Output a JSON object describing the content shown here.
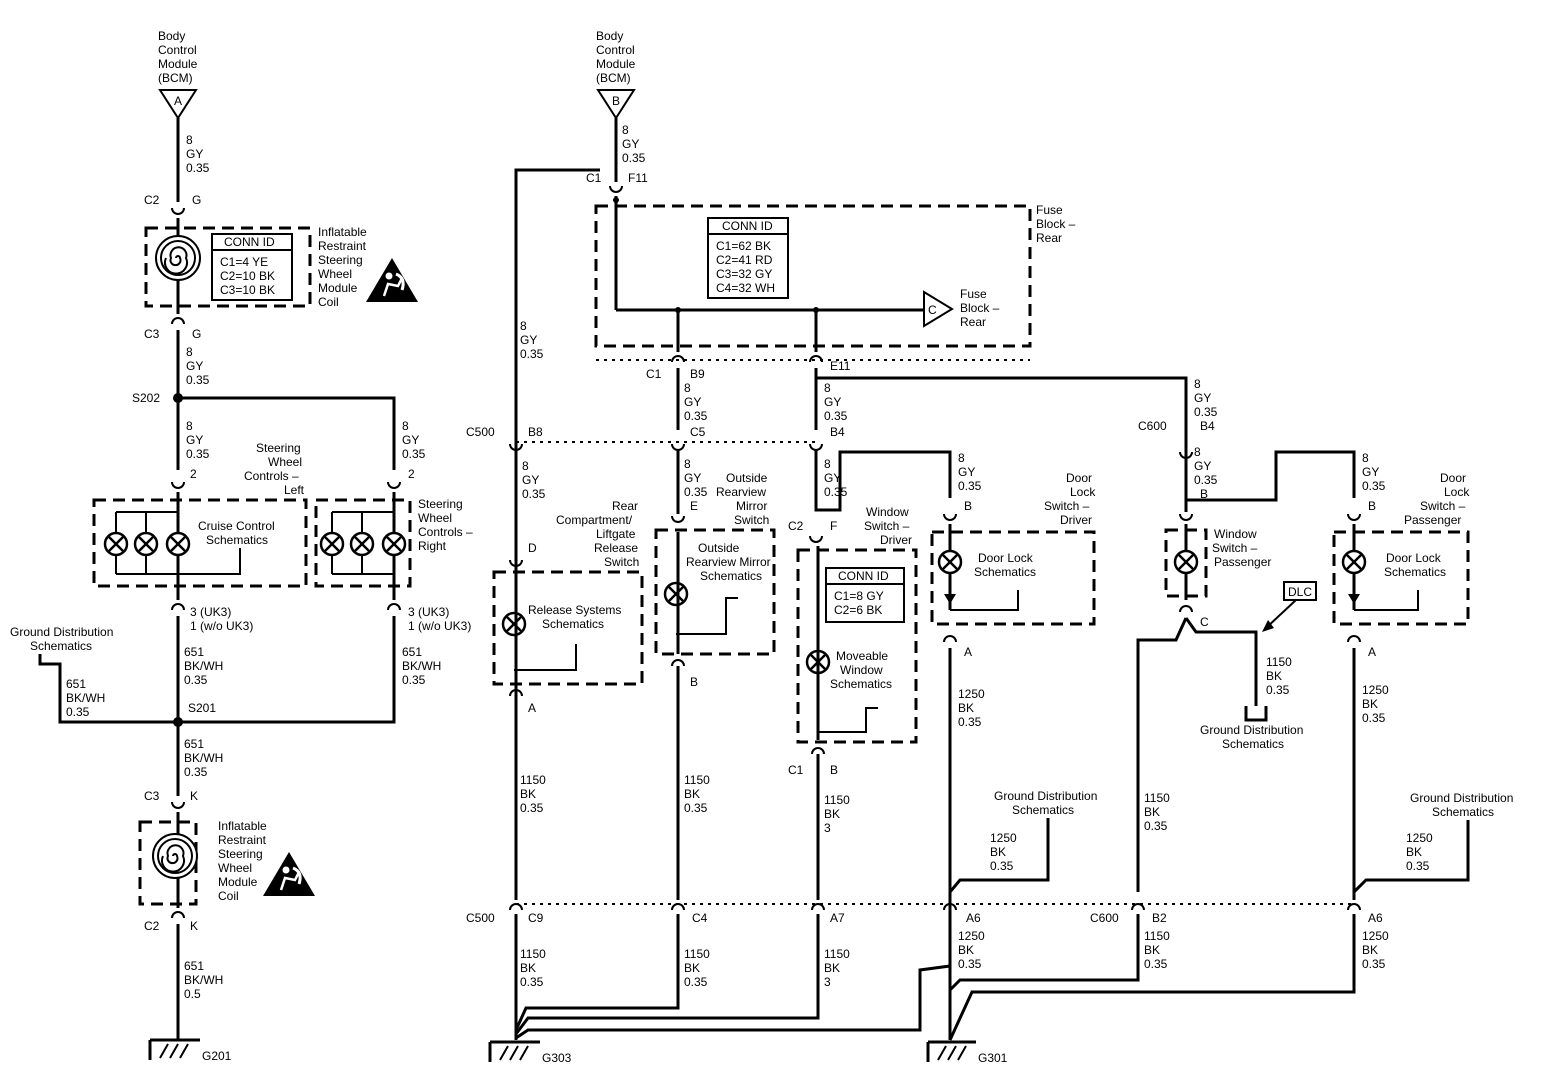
{
  "labels": {
    "bcm_a": [
      "Body",
      "Control",
      "Module",
      "(BCM)"
    ],
    "bcm_b": [
      "Body",
      "Control",
      "Module",
      "(BCM)"
    ],
    "arrow_a": "A",
    "arrow_b": "B",
    "arrow_c": "C",
    "coil_upper": [
      "Inflatable",
      "Restraint",
      "Steering",
      "Wheel",
      "Module",
      "Coil"
    ],
    "coil_lower": [
      "Inflatable",
      "Restraint",
      "Steering",
      "Wheel",
      "Module",
      "Coil"
    ],
    "swc_left": [
      "Steering",
      "Wheel",
      "Controls –",
      "Left"
    ],
    "swc_right": [
      "Steering",
      "Wheel",
      "Controls –",
      "Right"
    ],
    "cruise": [
      "Cruise Control",
      "Schematics"
    ],
    "gnd_left": [
      "Ground Distribution",
      "Schematics"
    ],
    "fuse_block_box": [
      "Fuse",
      "Block –",
      "Rear"
    ],
    "fuse_block_arrow": [
      "Fuse",
      "Block –",
      "Rear"
    ],
    "rear_comp": [
      "Rear",
      "Compartment/",
      "Liftgate",
      "Release",
      "Switch"
    ],
    "release_sch": [
      "Release Systems",
      "Schematics"
    ],
    "orm_switch": [
      "Outside",
      "Rearview",
      "Mirror",
      "Switch"
    ],
    "orm_sch": [
      "Outside",
      "Rearview Mirror",
      "Schematics"
    ],
    "win_drv": [
      "Window",
      "Switch –",
      "Driver"
    ],
    "mov_win": [
      "Moveable",
      "Window",
      "Schematics"
    ],
    "dl_drv": [
      "Door",
      "Lock",
      "Switch –",
      "Driver"
    ],
    "dl_sch_1": [
      "Door Lock",
      "Schematics"
    ],
    "win_pass": [
      "Window",
      "Switch –",
      "Passenger"
    ],
    "dl_pass": [
      "Door",
      "Lock",
      "Switch –",
      "Passenger"
    ],
    "dl_sch_2": [
      "Door Lock",
      "Schematics"
    ],
    "gnd_mid": [
      "Ground Distribution",
      "Schematics"
    ],
    "gnd_c600": [
      "Ground Distribution",
      "Schematics"
    ],
    "gnd_right": [
      "Ground Distribution",
      "Schematics"
    ],
    "dlc": "DLC"
  },
  "conn_id_tables": {
    "coil": {
      "title": "CONN ID",
      "rows": [
        "C1=4 YE",
        "C2=10 BK",
        "C3=10 BK"
      ]
    },
    "fuse_block": {
      "title": "CONN ID",
      "rows": [
        "C1=62 BK",
        "C2=41 RD",
        "C3=32 GY",
        "C4=32 WH"
      ]
    },
    "window_driver": {
      "title": "CONN ID",
      "rows": [
        "C1=8 GY",
        "C2=6 BK"
      ]
    }
  },
  "wires": {
    "w8_gy": [
      "8",
      "GY",
      "0.35"
    ],
    "w651_bkwh": [
      "651",
      "BK/WH",
      "0.35"
    ],
    "w651_bkwh_05": [
      "651",
      "BK/WH",
      "0.5"
    ],
    "w1150_bk": [
      "1150",
      "BK",
      "0.35"
    ],
    "w1150_bk_3": [
      "1150",
      "BK",
      "3"
    ],
    "w1250_bk": [
      "1250",
      "BK",
      "0.35"
    ]
  },
  "connectors": {
    "c2": "C2",
    "c3": "C3",
    "c1": "C1",
    "c500": "C500",
    "c600": "C600",
    "pin_g": "G",
    "pin_k": "K",
    "pin_2": "2",
    "pin_3_uk3": "3 (UK3)",
    "pin_1_wo_uk3": "1 (w/o UK3)",
    "pin_f11": "F11",
    "pin_b9": "B9",
    "pin_e11": "E11",
    "pin_b8": "B8",
    "pin_c5": "C5",
    "pin_b4": "B4",
    "pin_d": "D",
    "pin_e": "E",
    "pin_f": "F",
    "pin_b": "B",
    "pin_a": "A",
    "pin_c": "C",
    "pin_c9": "C9",
    "pin_c4": "C4",
    "pin_a7": "A7",
    "pin_a6": "A6",
    "pin_b2": "B2"
  },
  "splices": {
    "s202": "S202",
    "s201": "S201"
  },
  "grounds": {
    "g201": "G201",
    "g303": "G303",
    "g301": "G301"
  },
  "icons": [
    "clockspring-coil-icon",
    "airbag-warning-icon",
    "switch-lamp-icon",
    "ground-symbol-icon",
    "splice-dot-icon",
    "connector-terminal-icon"
  ]
}
